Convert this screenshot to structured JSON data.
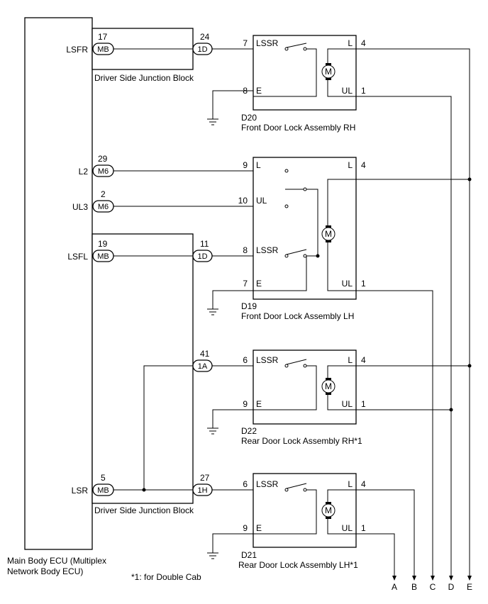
{
  "ecu": {
    "name_line1": "Main Body ECU (Multiplex",
    "name_line2": "Network Body ECU)",
    "pins": [
      {
        "label": "LSFR",
        "pin": "17",
        "conn": "MB"
      },
      {
        "label": "L2",
        "pin": "29",
        "conn": "M6"
      },
      {
        "label": "UL3",
        "pin": "2",
        "conn": "M6"
      },
      {
        "label": "LSFL",
        "pin": "19",
        "conn": "MB"
      },
      {
        "label": "LSR",
        "pin": "5",
        "conn": "MB"
      }
    ]
  },
  "junction_blocks": [
    {
      "name": "Driver Side Junction Block",
      "pin": "24",
      "conn": "1D"
    },
    {
      "name": "Driver Side Junction Block",
      "pins": [
        {
          "pin": "11",
          "conn": "1D"
        },
        {
          "pin": "41",
          "conn": "1A"
        },
        {
          "pin": "27",
          "conn": "1H"
        }
      ]
    }
  ],
  "assemblies": [
    {
      "code": "D20",
      "name": "Front Door Lock Assembly RH",
      "left_pins": [
        {
          "num": "7",
          "label": "LSSR"
        },
        {
          "num": "8",
          "label": "E"
        }
      ],
      "right_pins": [
        {
          "num": "4",
          "label": "L"
        },
        {
          "num": "1",
          "label": "UL"
        }
      ]
    },
    {
      "code": "D19",
      "name": "Front Door Lock Assembly LH",
      "left_pins": [
        {
          "num": "9",
          "label": "L"
        },
        {
          "num": "10",
          "label": "UL"
        },
        {
          "num": "8",
          "label": "LSSR"
        },
        {
          "num": "7",
          "label": "E"
        }
      ],
      "right_pins": [
        {
          "num": "4",
          "label": "L"
        },
        {
          "num": "1",
          "label": "UL"
        }
      ]
    },
    {
      "code": "D22",
      "name": "Rear Door Lock Assembly RH*1",
      "left_pins": [
        {
          "num": "6",
          "label": "LSSR"
        },
        {
          "num": "9",
          "label": "E"
        }
      ],
      "right_pins": [
        {
          "num": "4",
          "label": "L"
        },
        {
          "num": "1",
          "label": "UL"
        }
      ]
    },
    {
      "code": "D21",
      "name": "Rear Door Lock Assembly LH*1",
      "left_pins": [
        {
          "num": "6",
          "label": "LSSR"
        },
        {
          "num": "9",
          "label": "E"
        }
      ],
      "right_pins": [
        {
          "num": "4",
          "label": "L"
        },
        {
          "num": "1",
          "label": "UL"
        }
      ]
    }
  ],
  "motor_symbol": "M",
  "terminals": [
    "A",
    "B",
    "C",
    "D",
    "E"
  ],
  "footnote": "*1: for Double Cab"
}
